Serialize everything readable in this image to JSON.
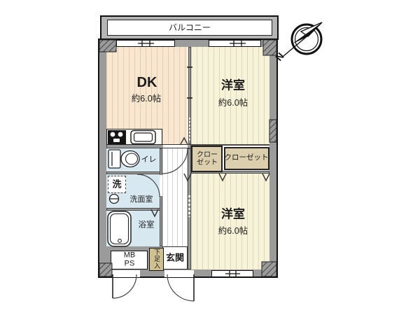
{
  "balcony": {
    "label": "バルコニー"
  },
  "compass": {
    "label": "N"
  },
  "rooms": {
    "dk": {
      "name": "DK",
      "size": "約6.0帖"
    },
    "bedroom_upper": {
      "name": "洋室",
      "size": "約6.0帖"
    },
    "bedroom_lower": {
      "name": "洋室",
      "size": "約6.0帖"
    },
    "toilet": {
      "name": "トイレ"
    },
    "laundry": {
      "name": "洗"
    },
    "washroom": {
      "name": "洗面室"
    },
    "bathroom": {
      "name": "浴室"
    },
    "closet_small": {
      "line1": "クロー",
      "line2": "ゼット"
    },
    "closet_large": {
      "name": "クローゼット"
    },
    "entrance": {
      "name": "玄関"
    },
    "shoe_cabinet": {
      "name": "下足入"
    },
    "meter_box": {
      "line1": "MB",
      "line2": "PS"
    }
  },
  "colors": {
    "wall": "#9b9b9b",
    "flooring_dk": "#f8e7d0",
    "flooring_bedroom": "#f7f3da",
    "wet_area": "#d7e8f1",
    "closet": "#dbcfae",
    "shoe_cabinet": "#cfc191",
    "outline": "#111111"
  }
}
